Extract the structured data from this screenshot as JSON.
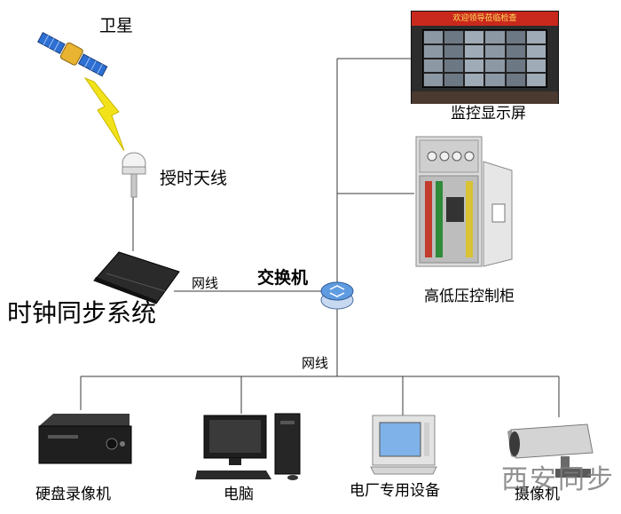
{
  "labels": {
    "satellite": "卫星",
    "antenna": "授时天线",
    "clock_system": "时钟同步系统",
    "network_cable_1": "网线",
    "switch": "交换机",
    "network_cable_2": "网线",
    "monitor_screen": "监控显示屏",
    "monitor_banner": "欢迎领导莅临检查",
    "control_cabinet": "高低压控制柜",
    "dvr": "硬盘录像机",
    "computer": "电脑",
    "plant_equipment": "电厂专用设备",
    "camera": "摄像机"
  },
  "watermark": "西安同步",
  "colors": {
    "line": "#3a3a3a",
    "lightning": "#f2e21a",
    "satellite_body": "#2d6fd2",
    "switch_body": "#5f9be0",
    "device_dark": "#222222",
    "watermark": "#7d7d7d"
  },
  "icons": [
    "satellite-icon",
    "lightning-icon",
    "gps-antenna-icon",
    "rack-server-icon",
    "network-switch-icon",
    "video-wall-icon",
    "electrical-cabinet-icon",
    "dvr-icon",
    "desktop-computer-icon",
    "terminal-computer-icon",
    "cctv-camera-icon"
  ]
}
